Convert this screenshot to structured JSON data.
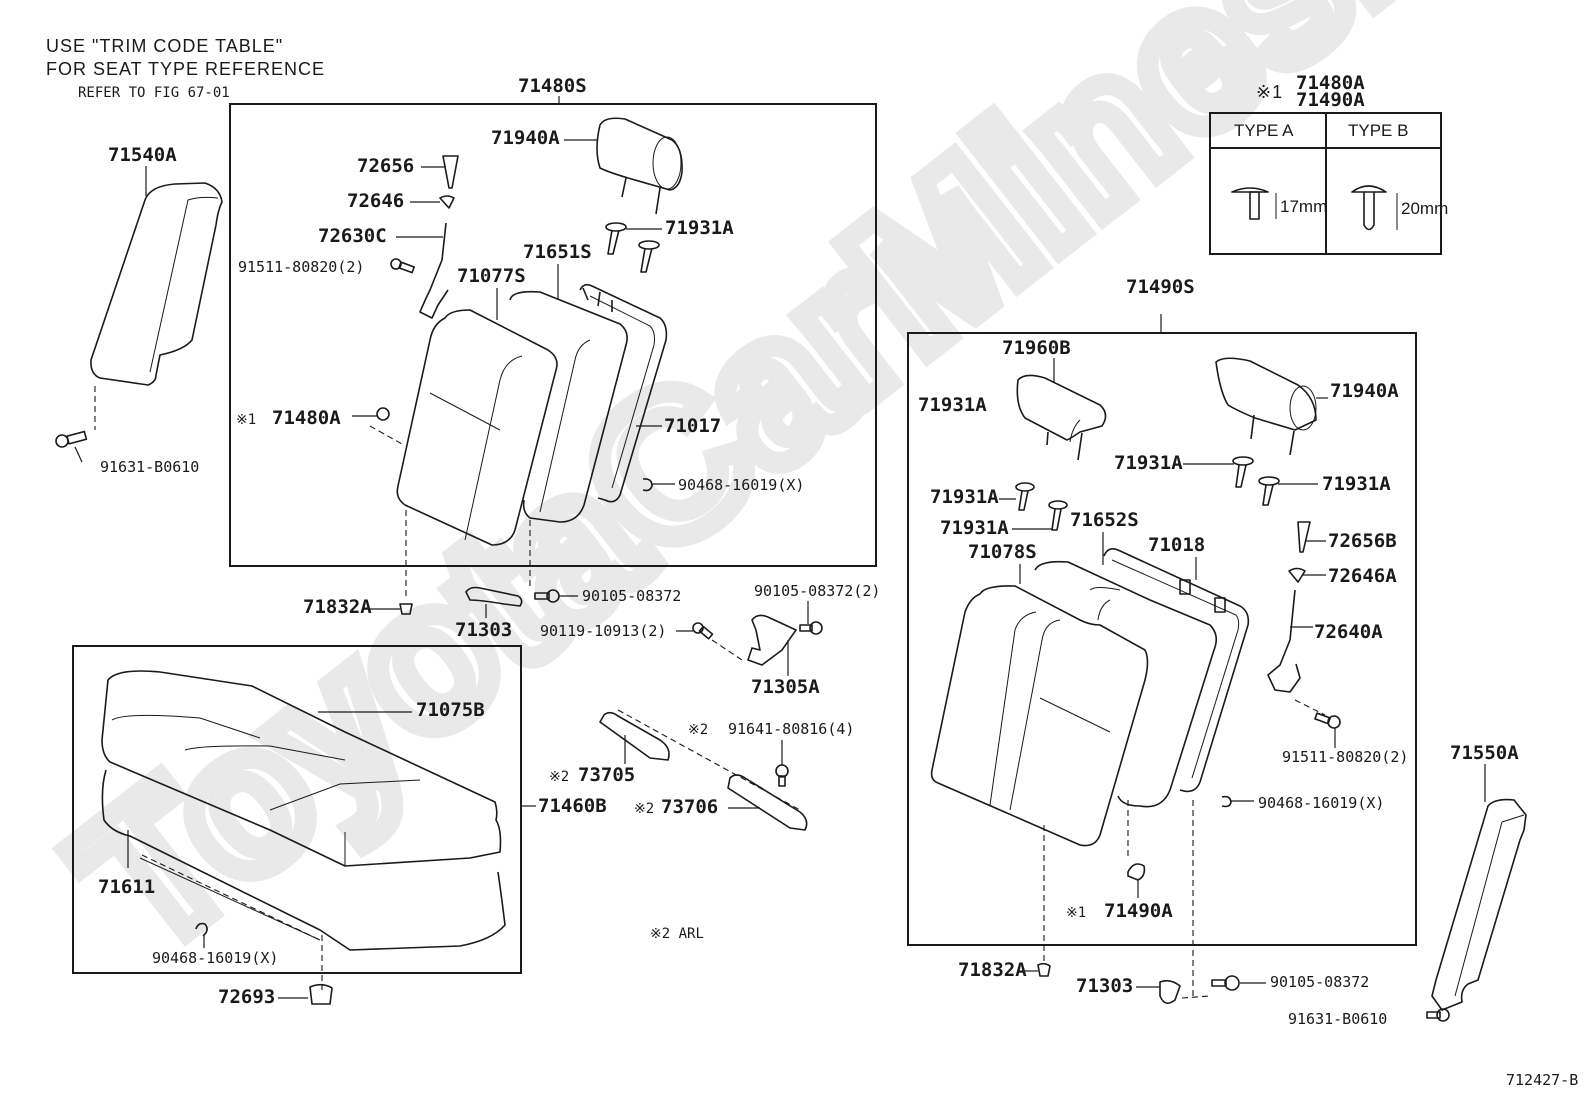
{
  "header_note": {
    "line1": "USE \"TRIM CODE TABLE\"",
    "line2": "FOR SEAT TYPE REFERENCE",
    "line3": "REFER TO FIG 67-01"
  },
  "watermark": "ToyotaCarMines.ru",
  "figure_code": "712427-B",
  "clip_table": {
    "ref_mark": "※1",
    "parts": [
      "71480A",
      "71490A"
    ],
    "columns": [
      {
        "label": "TYPE A",
        "length": "17mm"
      },
      {
        "label": "TYPE B",
        "length": "20mm"
      }
    ]
  },
  "footnote": "※2  ARL",
  "assemblies": {
    "left_back": "71480S",
    "right_back": "71490S",
    "cushion": "71460B"
  },
  "labels": {
    "l_71540A": "71540A",
    "l_91631_left": "91631-B0610",
    "l_72656": "72656",
    "l_72646": "72646",
    "l_72630C": "72630C",
    "l_91511_left": "91511-80820(2)",
    "l_71940A_left": "71940A",
    "l_71931A_left": "71931A",
    "l_71651S": "71651S",
    "l_71077S": "71077S",
    "l_71480A_ref": "※1 71480A",
    "l_71017": "71017",
    "l_90468_left": "90468-16019(X)",
    "l_71832A_left": "71832A",
    "l_71303_left": "71303",
    "l_90105_left": "90105-08372",
    "l_90119": "90119-10913(2)",
    "l_90105_mid": "90105-08372(2)",
    "l_71305A": "71305A",
    "l_71075B": "71075B",
    "l_91641": "※2 91641-80816(4)",
    "l_73705": "※2 73705",
    "l_73706": "※2 73706",
    "l_71611": "71611",
    "l_90468_cushion": "90468-16019(X)",
    "l_72693": "72693",
    "l_71960B": "71960B",
    "l_71931A_r1": "71931A",
    "l_71940A_right": "71940A",
    "l_71931A_r2": "71931A",
    "l_71931A_r3": "71931A",
    "l_71931A_r4": "71931A",
    "l_71931A_r5": "71931A",
    "l_71652S": "71652S",
    "l_71078S": "71078S",
    "l_71018": "71018",
    "l_72656B": "72656B",
    "l_72646A": "72646A",
    "l_72640A": "72640A",
    "l_91511_right": "91511-80820(2)",
    "l_90468_right": "90468-16019(X)",
    "l_71490A_ref": "※1 71490A",
    "l_71832A_right": "71832A",
    "l_71303_right": "71303",
    "l_90105_right": "90105-08372",
    "l_71550A": "71550A",
    "l_91631_right": "91631-B0610"
  }
}
